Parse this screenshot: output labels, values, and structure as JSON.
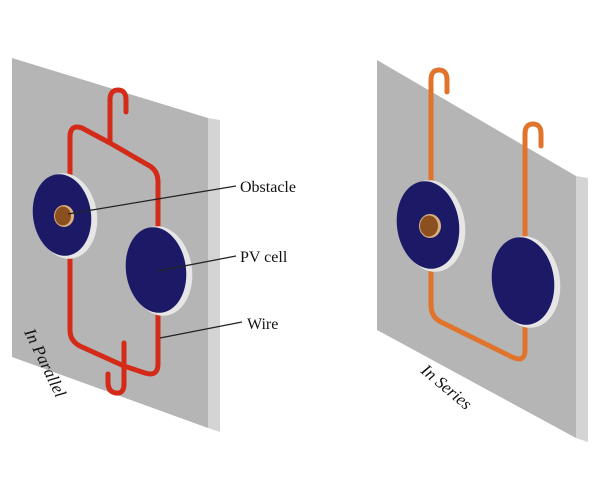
{
  "figure": {
    "parallel": {
      "caption": "In Parallel",
      "callouts": {
        "obstacle": "Obstacle",
        "pv_cell": "PV cell",
        "wire": "Wire"
      }
    },
    "series": {
      "caption": "In Series"
    }
  },
  "colors": {
    "panel_front": "#b5b5b5",
    "panel_side": "#d4d4d4",
    "cell": "#1c1a66",
    "cell_rim": "#e6e6e6",
    "obstacle": "#8b4f20",
    "wire_parallel": "#d42a18",
    "wire_series": "#e0742c",
    "leader": "#222222"
  },
  "icons": {
    "pv_cell": "circle-disc-icon",
    "obstacle": "small-circle-icon"
  }
}
